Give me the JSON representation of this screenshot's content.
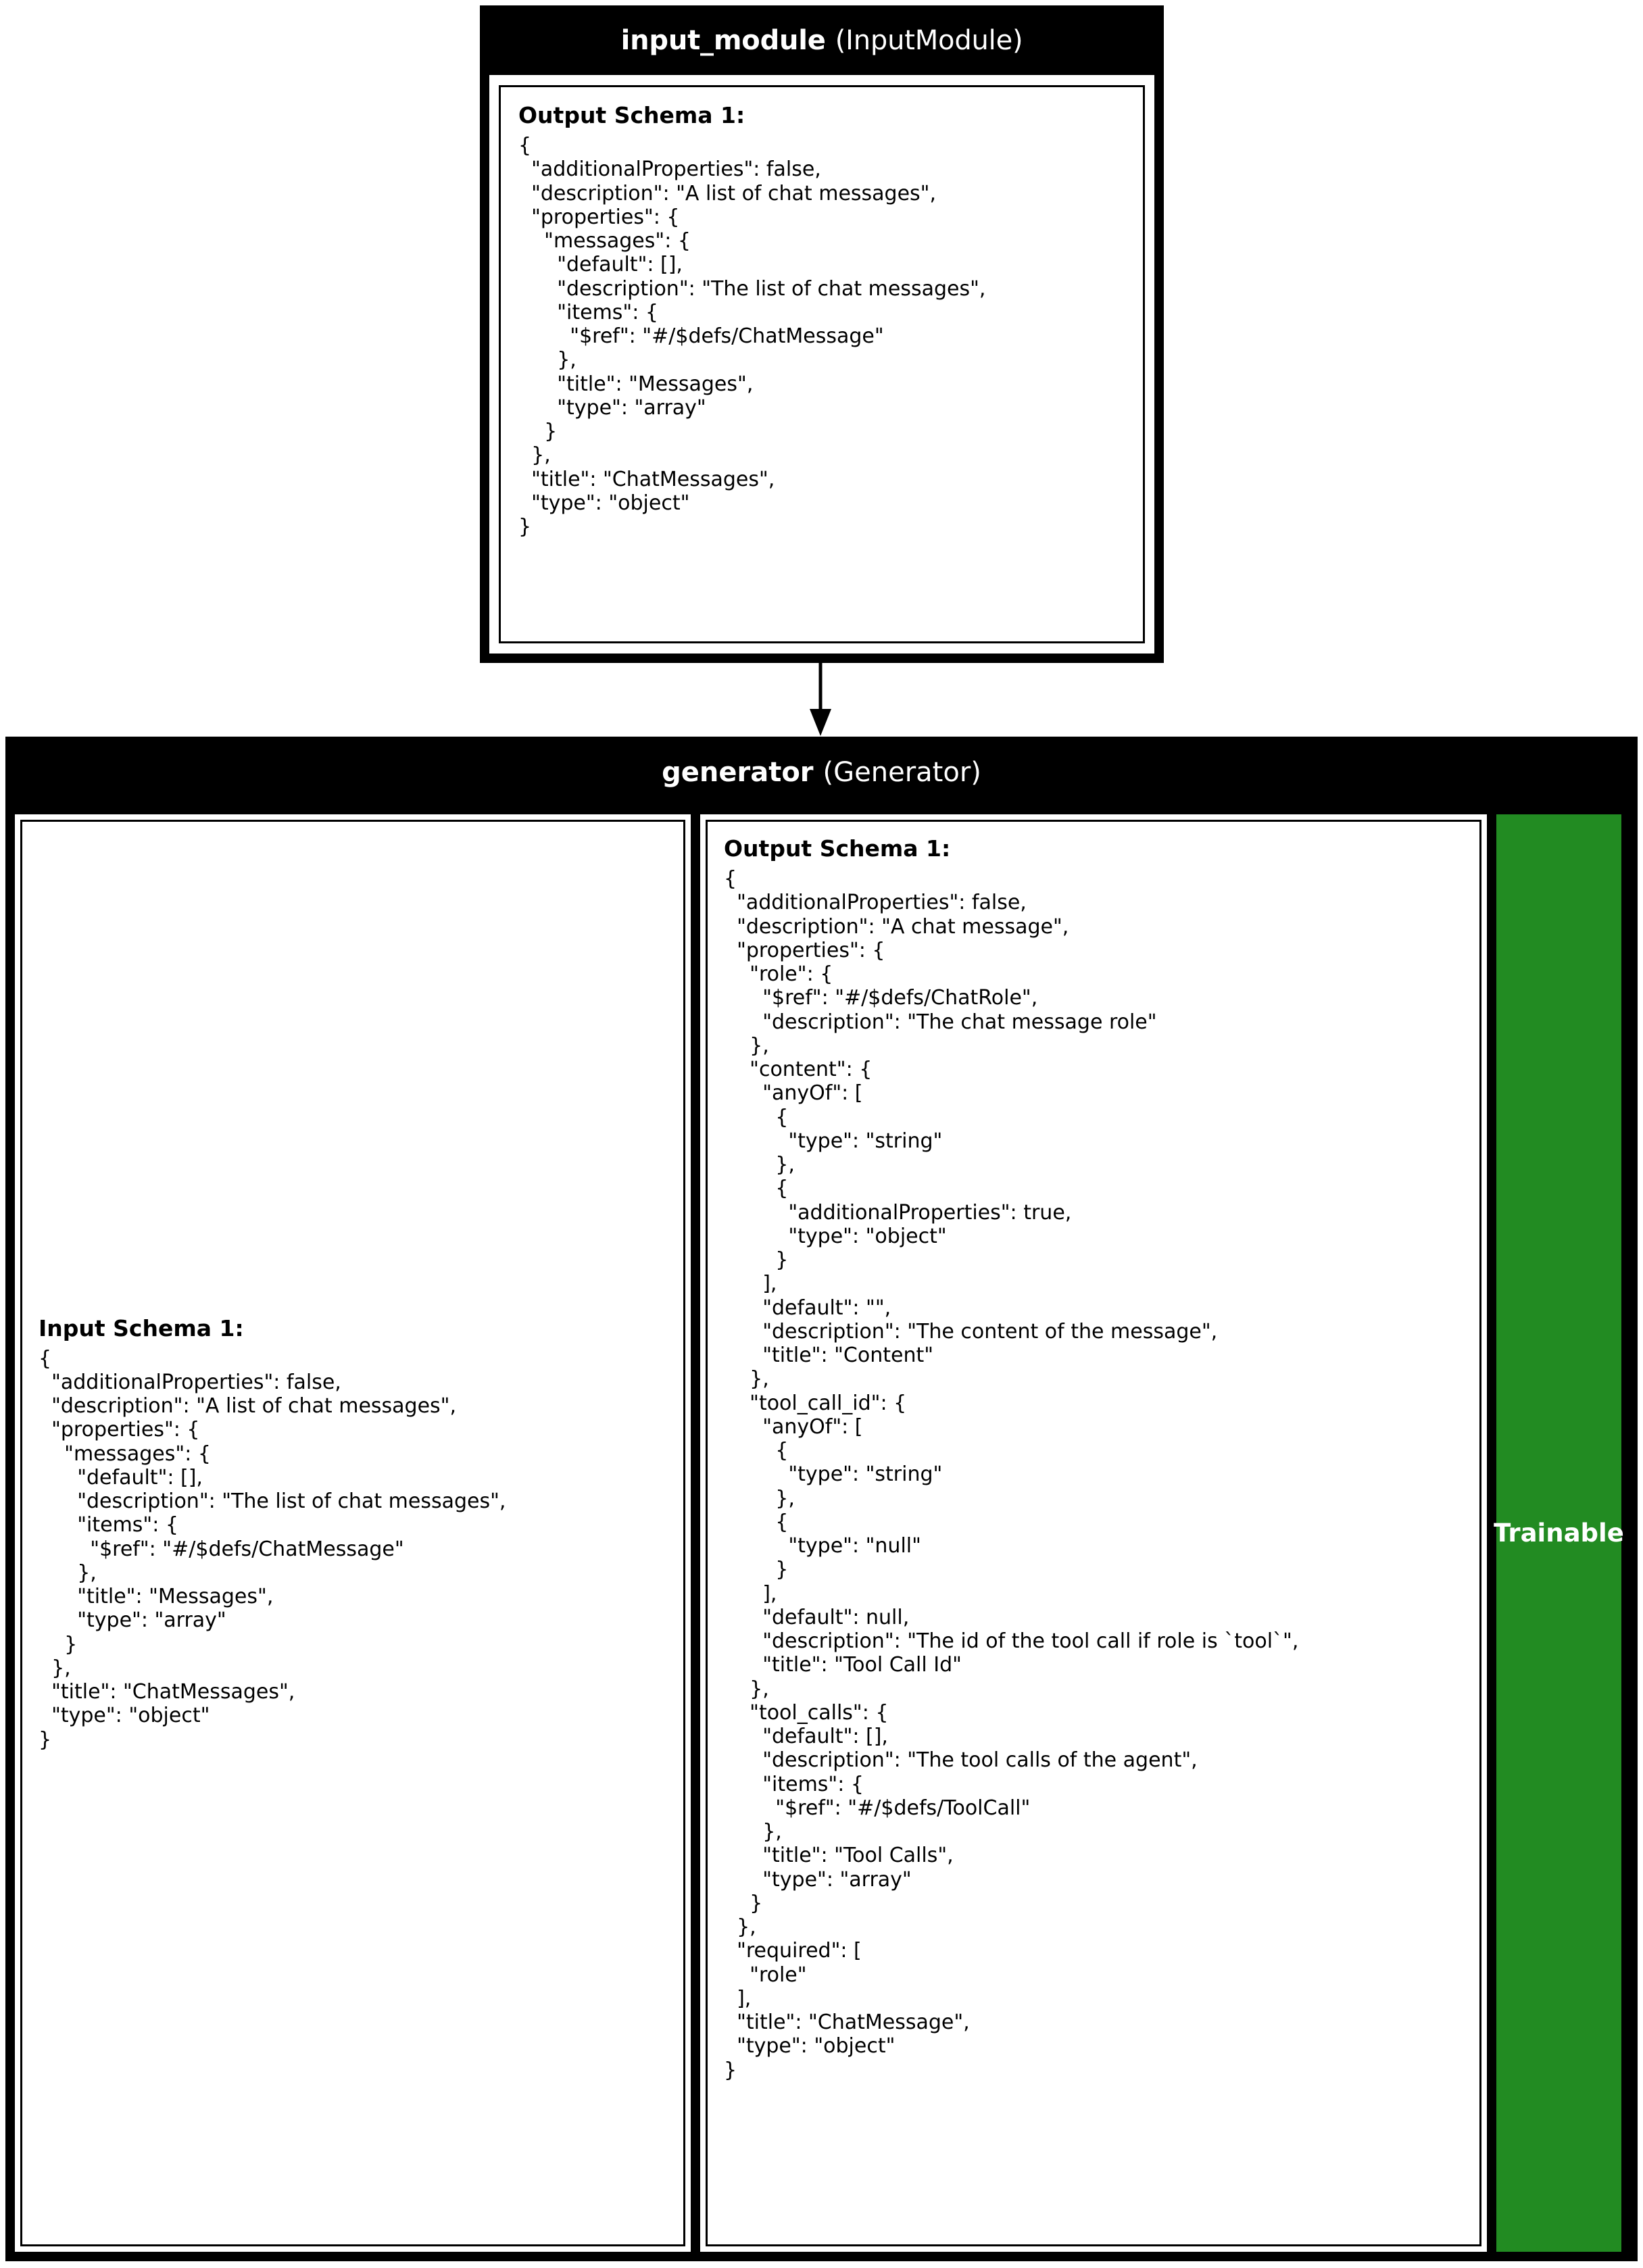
{
  "diagram": {
    "background_color": "#ffffff",
    "node_header_color": "#000000",
    "node_header_text_color": "#ffffff",
    "trainable_color": "#228B22"
  },
  "nodes": {
    "input_module": {
      "name": "input_module",
      "type": "(InputModule)",
      "output_schema": {
        "heading": "Output Schema 1:",
        "code": "{\n  \"additionalProperties\": false,\n  \"description\": \"A list of chat messages\",\n  \"properties\": {\n    \"messages\": {\n      \"default\": [],\n      \"description\": \"The list of chat messages\",\n      \"items\": {\n        \"$ref\": \"#/$defs/ChatMessage\"\n      },\n      \"title\": \"Messages\",\n      \"type\": \"array\"\n    }\n  },\n  \"title\": \"ChatMessages\",\n  \"type\": \"object\"\n}"
      }
    },
    "generator": {
      "name": "generator",
      "type": "(Generator)",
      "badge_label": "Trainable",
      "input_schema": {
        "heading": "Input Schema 1:",
        "code": "{\n  \"additionalProperties\": false,\n  \"description\": \"A list of chat messages\",\n  \"properties\": {\n    \"messages\": {\n      \"default\": [],\n      \"description\": \"The list of chat messages\",\n      \"items\": {\n        \"$ref\": \"#/$defs/ChatMessage\"\n      },\n      \"title\": \"Messages\",\n      \"type\": \"array\"\n    }\n  },\n  \"title\": \"ChatMessages\",\n  \"type\": \"object\"\n}"
      },
      "output_schema": {
        "heading": "Output Schema 1:",
        "code": "{\n  \"additionalProperties\": false,\n  \"description\": \"A chat message\",\n  \"properties\": {\n    \"role\": {\n      \"$ref\": \"#/$defs/ChatRole\",\n      \"description\": \"The chat message role\"\n    },\n    \"content\": {\n      \"anyOf\": [\n        {\n          \"type\": \"string\"\n        },\n        {\n          \"additionalProperties\": true,\n          \"type\": \"object\"\n        }\n      ],\n      \"default\": \"\",\n      \"description\": \"The content of the message\",\n      \"title\": \"Content\"\n    },\n    \"tool_call_id\": {\n      \"anyOf\": [\n        {\n          \"type\": \"string\"\n        },\n        {\n          \"type\": \"null\"\n        }\n      ],\n      \"default\": null,\n      \"description\": \"The id of the tool call if role is `tool`\",\n      \"title\": \"Tool Call Id\"\n    },\n    \"tool_calls\": {\n      \"default\": [],\n      \"description\": \"The tool calls of the agent\",\n      \"items\": {\n        \"$ref\": \"#/$defs/ToolCall\"\n      },\n      \"title\": \"Tool Calls\",\n      \"type\": \"array\"\n    }\n  },\n  \"required\": [\n    \"role\"\n  ],\n  \"title\": \"ChatMessage\",\n  \"type\": \"object\"\n}"
      }
    }
  },
  "edges": [
    {
      "from": "input_module",
      "to": "generator",
      "arrow": "down-arrow"
    }
  ]
}
